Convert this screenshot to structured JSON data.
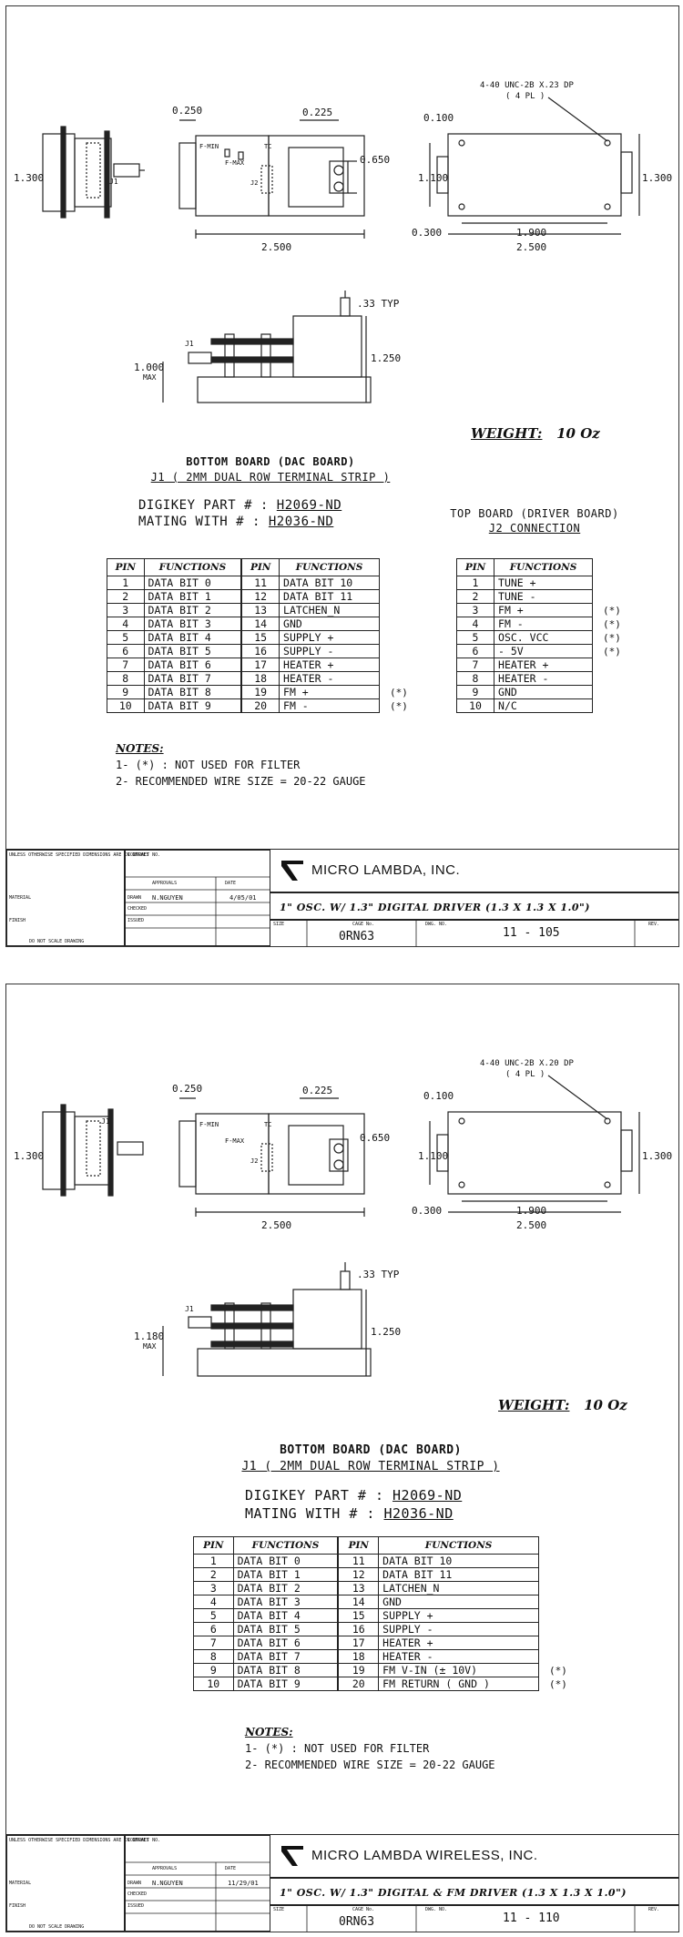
{
  "sheet1": {
    "dims": {
      "d0250": "0.250",
      "fmin": "F-MIN",
      "fmax": "F-MAX",
      "tc": "TC",
      "j2": "J2",
      "j1": "J1",
      "d0225": "0.225",
      "d0650": "0.650",
      "d1300a": "1.300",
      "d2500a": "2.500",
      "tapnote": "4-40 UNC-2B X.23 DP",
      "tapnote2": "( 4 PL )",
      "d0100": "0.100",
      "d1100": "1.100",
      "d1300b": "1.300",
      "d0300": "0.300",
      "d1900": "1.900",
      "d2500b": "2.500",
      "d33": ".33 TYP",
      "d1000": "1.000",
      "max": "MAX",
      "d1250": "1.250",
      "j1b": "J1"
    },
    "weight_label": "WEIGHT:",
    "weight_value": "10 Oz",
    "bottom_board_title": "BOTTOM BOARD (DAC BOARD)",
    "bottom_board_sub": "J1 ( 2MM DUAL ROW TERMINAL STRIP )",
    "digikey_label": "DIGIKEY PART # :",
    "digikey_value": "H2069-ND",
    "mating_label": "MATING WITH # :",
    "mating_value": "H2036-ND",
    "top_board_title": "TOP BOARD (DRIVER BOARD)",
    "top_board_sub": "J2 CONNECTION",
    "table1": {
      "headers": [
        "PIN",
        "FUNCTIONS",
        "PIN",
        "FUNCTIONS"
      ],
      "rows": [
        [
          "1",
          "DATA BIT 0",
          "11",
          "DATA BIT 10",
          ""
        ],
        [
          "2",
          "DATA BIT 1",
          "12",
          "DATA BIT 11",
          ""
        ],
        [
          "3",
          "DATA BIT 2",
          "13",
          "LATCHEN_N",
          ""
        ],
        [
          "4",
          "DATA BIT 3",
          "14",
          "GND",
          ""
        ],
        [
          "5",
          "DATA BIT 4",
          "15",
          "SUPPLY +",
          ""
        ],
        [
          "6",
          "DATA BIT 5",
          "16",
          "SUPPLY -",
          ""
        ],
        [
          "7",
          "DATA BIT 6",
          "17",
          "HEATER +",
          ""
        ],
        [
          "8",
          "DATA BIT 7",
          "18",
          "HEATER -",
          ""
        ],
        [
          "9",
          "DATA BIT 8",
          "19",
          "FM +",
          "(*)"
        ],
        [
          "10",
          "DATA BIT 9",
          "20",
          "FM -",
          "(*)"
        ]
      ]
    },
    "table2": {
      "headers": [
        "PIN",
        "FUNCTIONS"
      ],
      "rows": [
        [
          "1",
          "TUNE +",
          ""
        ],
        [
          "2",
          "TUNE -",
          ""
        ],
        [
          "3",
          "FM +",
          "(*)"
        ],
        [
          "4",
          "FM -",
          "(*)"
        ],
        [
          "5",
          "OSC. VCC",
          "(*)"
        ],
        [
          "6",
          "- 5V",
          "(*)"
        ],
        [
          "7",
          "HEATER +",
          ""
        ],
        [
          "8",
          "HEATER -",
          ""
        ],
        [
          "9",
          "GND",
          ""
        ],
        [
          "10",
          "N/C",
          ""
        ]
      ]
    },
    "notes_title": "NOTES:",
    "note1": "1- (*) : NOT USED FOR FILTER",
    "note2": "2- RECOMMENDED WIRE SIZE = 20-22 GAUGE",
    "tb": {
      "spec": "UNLESS OTHERWISE SPECIFIED DIMENSIONS ARE IN INCHES",
      "contract": "CONTRACT NO.",
      "approvals": "APPROVALS",
      "date": "DATE",
      "drawn": "DRAWN",
      "drawn_by": "N.NGUYEN",
      "drawn_date": "4/05/01",
      "checked": "CHECKED",
      "issued": "ISSUED",
      "material": "MATERIAL",
      "finish": "FINISH",
      "noscale": "DO NOT SCALE DRAWING",
      "company": "MICRO LAMBDA, INC.",
      "title": "1\" OSC. W/ 1.3\" DIGITAL DRIVER (1.3 X 1.3 X 1.0\")",
      "size": "SIZE",
      "cage_label": "CAGE No.",
      "cage": "0RN63",
      "dwg_label": "DWG. NO.",
      "dwg": "11 - 105",
      "rev": "REV."
    }
  },
  "sheet2": {
    "dims": {
      "d0250": "0.250",
      "fmin": "F-MIN",
      "fmax": "F-MAX",
      "tc": "TC",
      "j2": "J2",
      "j1": "J1",
      "d0225": "0.225",
      "d0650": "0.650",
      "d1300a": "1.300",
      "d2500a": "2.500",
      "tapnote": "4-40 UNC-2B X.20 DP",
      "tapnote2": "( 4 PL )",
      "d0100": "0.100",
      "d1100": "1.100",
      "d1300b": "1.300",
      "d0300": "0.300",
      "d1900": "1.900",
      "d2500b": "2.500",
      "d33": ".33 TYP",
      "d1180": "1.180",
      "max": "MAX",
      "d1250": "1.250",
      "j1b": "J1"
    },
    "weight_label": "WEIGHT:",
    "weight_value": "10 Oz",
    "bottom_board_title": "BOTTOM BOARD (DAC BOARD)",
    "bottom_board_sub": "J1 ( 2MM DUAL ROW TERMINAL STRIP )",
    "digikey_label": "DIGIKEY PART # :",
    "digikey_value": "H2069-ND",
    "mating_label": "MATING WITH # :",
    "mating_value": "H2036-ND",
    "table1": {
      "headers": [
        "PIN",
        "FUNCTIONS",
        "PIN",
        "FUNCTIONS"
      ],
      "rows": [
        [
          "1",
          "DATA BIT 0",
          "11",
          "DATA BIT 10",
          ""
        ],
        [
          "2",
          "DATA BIT 1",
          "12",
          "DATA BIT 11",
          ""
        ],
        [
          "3",
          "DATA BIT 2",
          "13",
          "LATCHEN_N",
          ""
        ],
        [
          "4",
          "DATA BIT 3",
          "14",
          "GND",
          ""
        ],
        [
          "5",
          "DATA BIT 4",
          "15",
          "SUPPLY +",
          ""
        ],
        [
          "6",
          "DATA BIT 5",
          "16",
          "SUPPLY -",
          ""
        ],
        [
          "7",
          "DATA BIT 6",
          "17",
          "HEATER +",
          ""
        ],
        [
          "8",
          "DATA BIT 7",
          "18",
          "HEATER -",
          ""
        ],
        [
          "9",
          "DATA BIT 8",
          "19",
          "FM V-IN (± 10V)",
          "(*)"
        ],
        [
          "10",
          "DATA BIT 9",
          "20",
          "FM RETURN ( GND )",
          "(*)"
        ]
      ]
    },
    "notes_title": "NOTES:",
    "note1": "1- (*) : NOT USED FOR FILTER",
    "note2": "2- RECOMMENDED WIRE SIZE = 20-22 GAUGE",
    "tb": {
      "spec": "UNLESS OTHERWISE SPECIFIED DIMENSIONS ARE IN INCHES",
      "contract": "CONTRACT NO.",
      "approvals": "APPROVALS",
      "date": "DATE",
      "drawn": "DRAWN",
      "drawn_by": "N.NGUYEN",
      "drawn_date": "11/29/01",
      "checked": "CHECKED",
      "issued": "ISSUED",
      "material": "MATERIAL",
      "finish": "FINISH",
      "noscale": "DO NOT SCALE DRAWING",
      "company": "MICRO LAMBDA WIRELESS, INC.",
      "title": "1\" OSC. W/ 1.3\" DIGITAL & FM DRIVER (1.3 X 1.3 X 1.0\")",
      "size": "SIZE",
      "cage_label": "CAGE No.",
      "cage": "0RN63",
      "dwg_label": "DWG. NO.",
      "dwg": "11 - 110",
      "rev": "REV."
    }
  }
}
